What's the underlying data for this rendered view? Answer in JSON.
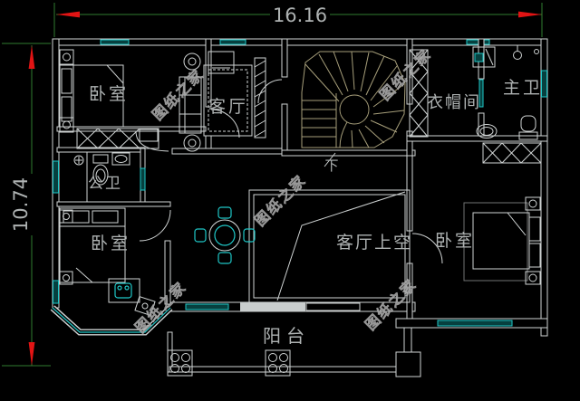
{
  "dimensions": {
    "width": "16.16",
    "height": "10.74"
  },
  "rooms": {
    "bedroom_top_left": "卧室",
    "living_room": "客厅",
    "public_bathroom": "公卫",
    "bedroom_bottom_left": "卧室",
    "stair_direction": "下",
    "cloakroom": "衣帽间",
    "master_bathroom": "主卫",
    "living_room_void": "客厅上空",
    "bedroom_right": "卧室",
    "balcony": "阳台"
  },
  "watermark": {
    "text": "图纸之家"
  },
  "colors": {
    "background": "#000000",
    "wall_line": "#cfd3d3",
    "window": "#1fc7c7",
    "dimension_line": "#2f7d2f",
    "dimension_arrow": "#e11414",
    "stair_line": "#a69e7a",
    "label_text": "#aeb2b2",
    "watermark_text": "#6b6b6b"
  }
}
